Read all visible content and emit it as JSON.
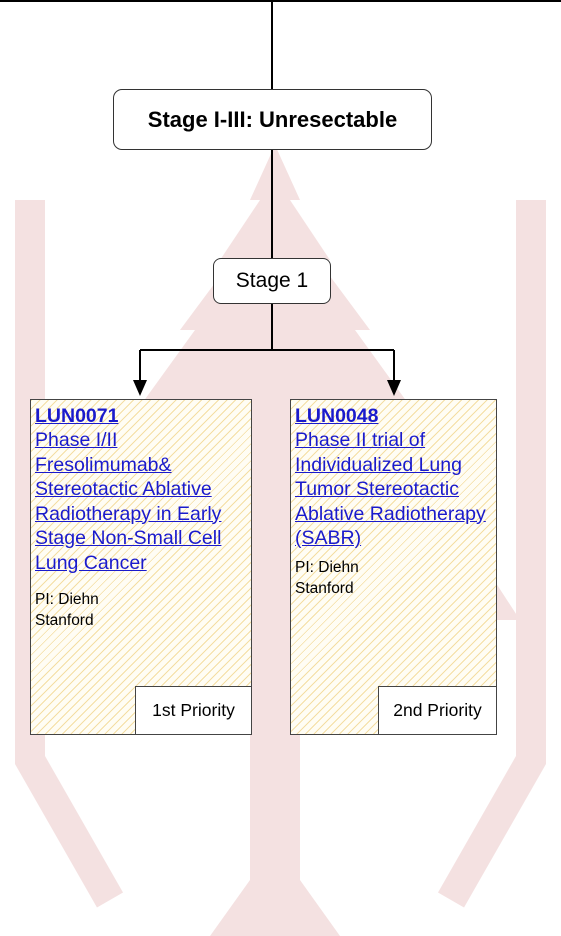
{
  "colors": {
    "link": "#1a1acc",
    "watermark": "#f4e2e2",
    "card_hatch": "#ecc460",
    "border": "#333333"
  },
  "header_node": {
    "label": "Stage I-III: Unresectable"
  },
  "stage_node": {
    "label": "Stage 1"
  },
  "trials": [
    {
      "id": "LUN0071",
      "title": "Phase I/II Fresolimumab& Stereotactic Ablative Radiotherapy in Early Stage Non-Small Cell Lung Cancer",
      "pi": "PI: Diehn",
      "site": "Stanford",
      "priority": "1st Priority"
    },
    {
      "id": "LUN0048",
      "title": "Phase II trial of Individualized Lung Tumor Stereotactic Ablative Radiotherapy (SABR)",
      "pi": "PI: Diehn",
      "site": "Stanford",
      "priority": "2nd Priority"
    }
  ],
  "watermark": {
    "icon": "stanford-tree-icon"
  }
}
